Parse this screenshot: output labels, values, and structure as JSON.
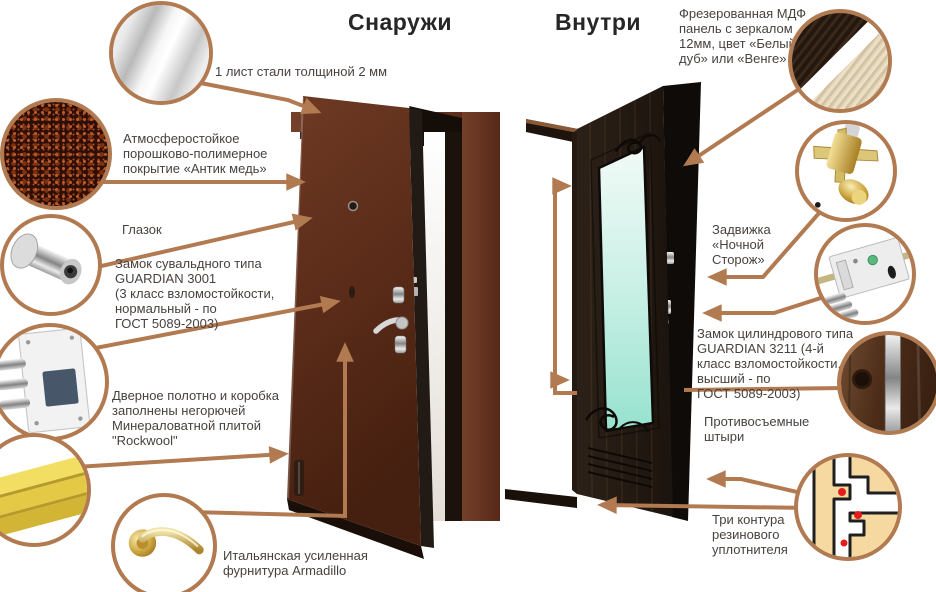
{
  "headers": {
    "outside": "Снаружи",
    "inside": "Внутри"
  },
  "callouts": {
    "left": [
      {
        "id": "steel-sheet",
        "label": "1 лист стали толщиной 2 мм"
      },
      {
        "id": "coating",
        "label": "Атмосферостойкое\nпорошково-полимерное\nпокрытие «Антик медь»"
      },
      {
        "id": "peephole",
        "label": "Глазок"
      },
      {
        "id": "suvald-lock",
        "label": "Замок сувальдного типа\nGUARDIAN 3001\n(3 класс взломостойкости,\nнормальный - по\nГОСТ 5089-2003)"
      },
      {
        "id": "mineral-wool",
        "label": "Дверное полотно и коробка\nзаполнены негорючей\nМинераловатной плитой\n\"Rockwool\""
      },
      {
        "id": "hardware",
        "label": "Итальянская усиленная\nфурнитура Armadillo"
      }
    ],
    "right": [
      {
        "id": "mdf-panel",
        "label": "Фрезерованная МДФ\nпанель с зеркалом\n12мм, цвет «Белый\nдуб» или «Венге»"
      },
      {
        "id": "night-latch",
        "label": "Задвижка\n«Ночной\nСторож»"
      },
      {
        "id": "cylinder-lock",
        "label": "Замок цилиндрового типа\nGUARDIAN 3211 (4-й\nкласс взломостойкости,\nвысший - по\nГОСТ 5089-2003)"
      },
      {
        "id": "anti-removal-pins",
        "label": "Противосъемные\nштыри"
      },
      {
        "id": "rubber-seal",
        "label": "Три контура\nрезинового\nуплотнителя"
      }
    ]
  },
  "thumbnails": {
    "left": [
      "steel-sheet",
      "antik-copper-coating",
      "peephole",
      "suvald-lock",
      "mineral-wool-slabs",
      "gold-door-handle"
    ],
    "right": [
      "mdf-wood-samples",
      "night-watch-latch",
      "cylinder-lock-mechanism",
      "anti-removal-pin",
      "seal-cross-section"
    ]
  },
  "colors": {
    "accent": "#b27a50",
    "text": "#48423e",
    "heading": "#262626",
    "background": "#ffffff",
    "door_outside": "#5b2c19",
    "door_inside": "#241a13",
    "mirror": "#9fe6d4",
    "seal_red": "#e51c1c",
    "wool_yellow": "#e9d254"
  }
}
